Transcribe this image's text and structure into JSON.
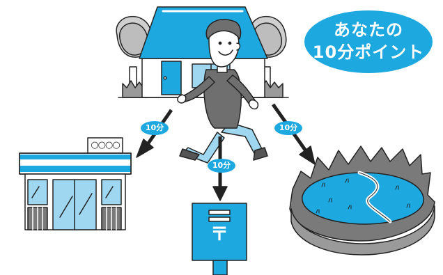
{
  "badge": {
    "line1": "あなたの",
    "line2": "10分ポイント"
  },
  "time_labels": {
    "store": "10分",
    "postbox": "10分",
    "park": "10分"
  },
  "store_sign": "○○○○",
  "postbox_mark": "〒",
  "colors": {
    "accent_blue": "#1ea8e0",
    "light_blue": "#9fd7f0",
    "gray": "#9a9a9a",
    "light_gray": "#cfcfcf",
    "outline": "#222222"
  }
}
